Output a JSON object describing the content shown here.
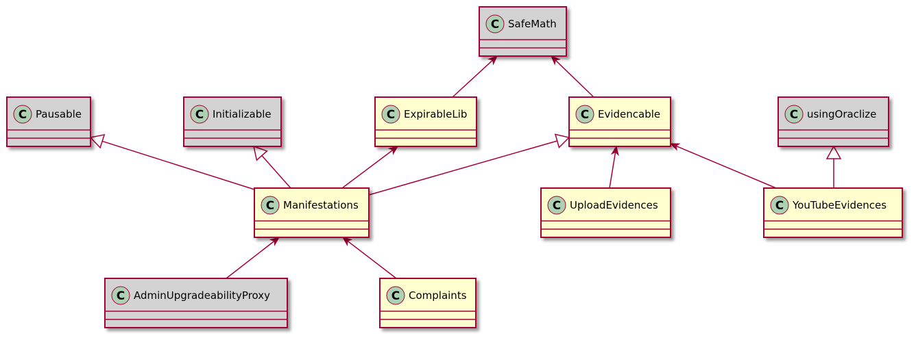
{
  "diagram": {
    "class_badge_letter": "C",
    "colors": {
      "border": "#a80036",
      "abstract_fill": "#d3d3d3",
      "concrete_fill": "#fefece",
      "badge_fill": "#add1b2",
      "shadow": "#c4c4c4"
    },
    "classes": [
      {
        "id": "SafeMath",
        "name": "SafeMath",
        "style": "gray"
      },
      {
        "id": "Pausable",
        "name": "Pausable",
        "style": "gray"
      },
      {
        "id": "Initializable",
        "name": "Initializable",
        "style": "gray"
      },
      {
        "id": "ExpirableLib",
        "name": "ExpirableLib",
        "style": "yellow"
      },
      {
        "id": "Evidencable",
        "name": "Evidencable",
        "style": "yellow"
      },
      {
        "id": "usingOraclize",
        "name": "usingOraclize",
        "style": "gray"
      },
      {
        "id": "Manifestations",
        "name": "Manifestations",
        "style": "yellow"
      },
      {
        "id": "UploadEvidences",
        "name": "UploadEvidences",
        "style": "yellow"
      },
      {
        "id": "YouTubeEvidences",
        "name": "YouTubeEvidences",
        "style": "yellow"
      },
      {
        "id": "AdminUpgradeabilityProxy",
        "name": "AdminUpgradeabilityProxy",
        "style": "gray"
      },
      {
        "id": "Complaints",
        "name": "Complaints",
        "style": "yellow"
      }
    ],
    "relations": [
      {
        "from": "ExpirableLib",
        "to": "SafeMath",
        "kind": "association"
      },
      {
        "from": "Evidencable",
        "to": "SafeMath",
        "kind": "association"
      },
      {
        "from": "Manifestations",
        "to": "Pausable",
        "kind": "inheritance"
      },
      {
        "from": "Manifestations",
        "to": "Initializable",
        "kind": "inheritance"
      },
      {
        "from": "Manifestations",
        "to": "ExpirableLib",
        "kind": "association"
      },
      {
        "from": "Manifestations",
        "to": "Evidencable",
        "kind": "inheritance"
      },
      {
        "from": "UploadEvidences",
        "to": "Evidencable",
        "kind": "association"
      },
      {
        "from": "YouTubeEvidences",
        "to": "Evidencable",
        "kind": "association"
      },
      {
        "from": "YouTubeEvidences",
        "to": "usingOraclize",
        "kind": "inheritance"
      },
      {
        "from": "AdminUpgradeabilityProxy",
        "to": "Manifestations",
        "kind": "association"
      },
      {
        "from": "Complaints",
        "to": "Manifestations",
        "kind": "association"
      }
    ]
  }
}
